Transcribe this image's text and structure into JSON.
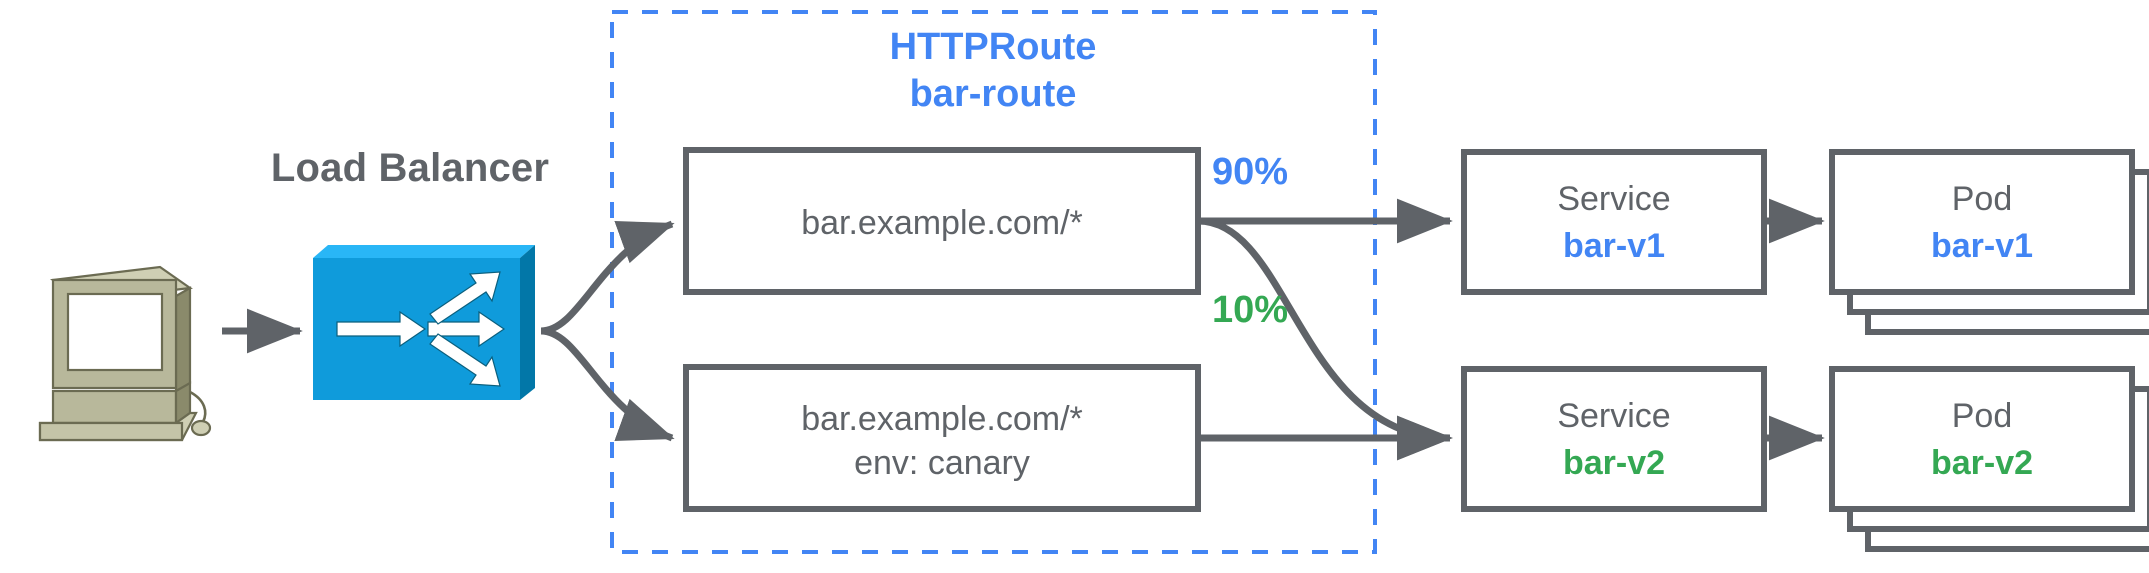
{
  "diagram": {
    "title_group": {
      "kind": "HTTPRoute",
      "name": "bar-route"
    },
    "load_balancer_label": "Load Balancer",
    "client_icon": "desktop-computer-icon",
    "lb_icon": "load-balancer-icon",
    "route_rules": [
      {
        "id": "rule-primary",
        "line1": "bar.example.com/*",
        "line2": ""
      },
      {
        "id": "rule-canary",
        "line1": "bar.example.com/*",
        "line2": "env: canary"
      }
    ],
    "weights": [
      {
        "label": "90%",
        "color": "#4285f4"
      },
      {
        "label": "10%",
        "color": "#34a853"
      }
    ],
    "services": [
      {
        "kind": "Service",
        "name": "bar-v1",
        "color": "#4285f4"
      },
      {
        "kind": "Service",
        "name": "bar-v2",
        "color": "#34a853"
      }
    ],
    "pods": [
      {
        "kind": "Pod",
        "name": "bar-v1",
        "color": "#4285f4",
        "replicas": 3
      },
      {
        "kind": "Pod",
        "name": "bar-v2",
        "color": "#34a853",
        "replicas": 3
      }
    ],
    "colors": {
      "stroke": "#5f6368",
      "accent_blue": "#4285f4",
      "accent_green": "#34a853",
      "dashed_border": "#4285f4",
      "lb_body": "#0f9bdb",
      "computer_body": "#a9a98a"
    }
  }
}
